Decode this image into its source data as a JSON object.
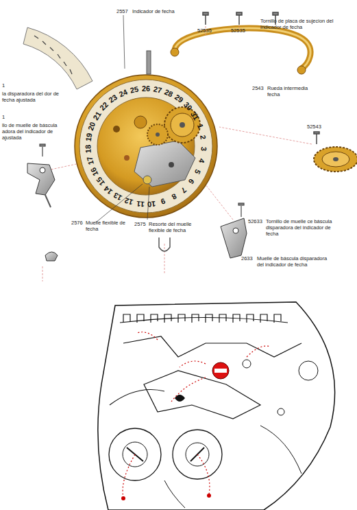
{
  "diagram": {
    "labels": [
      "2557",
      "Indicador de fecha",
      "52535",
      "52535",
      "Tornillo de placa de sujecion del indicador de fecha",
      "2543",
      "Rueda intermedia fecha",
      "52543",
      "1",
      "la disparadora del dor de fecha ajustada",
      "1",
      "llo de muelle de báscula adora del indicador de ajustada",
      "2576",
      "Muelle flexible de fecha",
      "2575",
      "Resorte del muelle flexible de fecha",
      "52633",
      "Tornillo de muelle ce báscula disparadora del indicador de fecha",
      "2633",
      "Muelle de báscula disparadora del indicador de fecha",
      "1",
      "2",
      "3",
      "4",
      "5",
      "6",
      "7",
      "8",
      "9",
      "10",
      "11",
      "12",
      "13",
      "14",
      "15",
      "16",
      "17",
      "18",
      "19",
      "20",
      "21",
      "22",
      "23",
      "24",
      "25",
      "26",
      "27",
      "28",
      "29",
      "30",
      "31"
    ]
  }
}
